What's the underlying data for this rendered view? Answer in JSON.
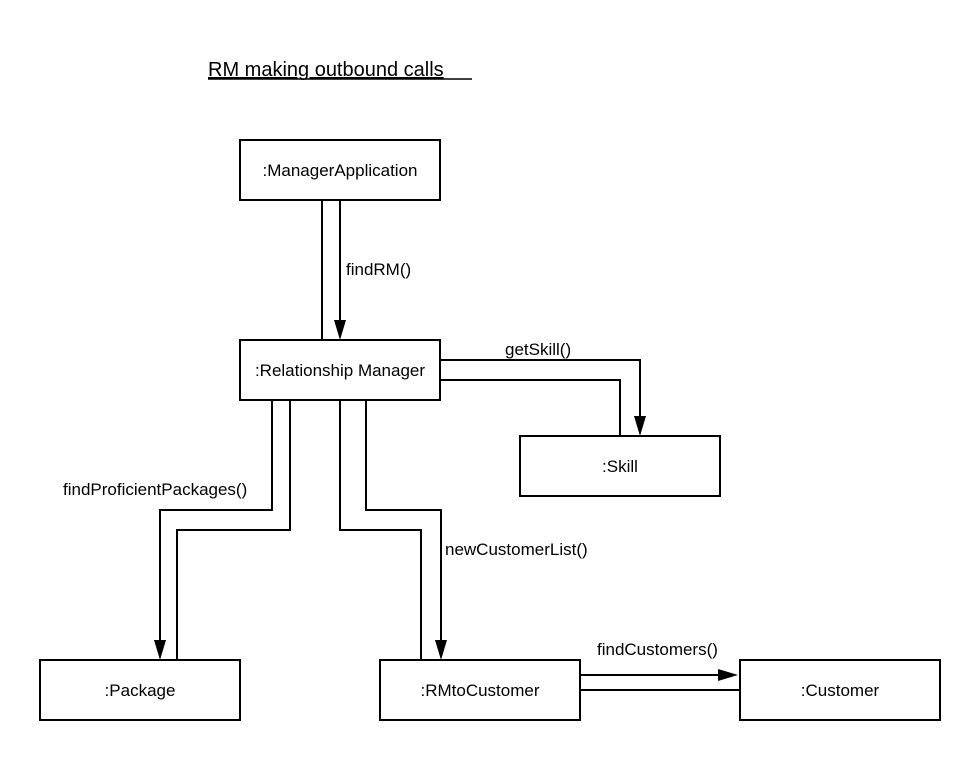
{
  "title": "RM making outbound calls",
  "objects": {
    "manager_application": ":ManagerApplication",
    "relationship_manager": ":Relationship Manager",
    "skill": ":Skill",
    "package": ":Package",
    "rm_to_customer": ":RMtoCustomer",
    "customer": ":Customer"
  },
  "messages": {
    "find_rm": "findRM()",
    "get_skill": "getSkill()",
    "find_proficient_packages": "findProficientPackages()",
    "new_customer_list": "newCustomerList()",
    "find_customers": "findCustomers()"
  }
}
